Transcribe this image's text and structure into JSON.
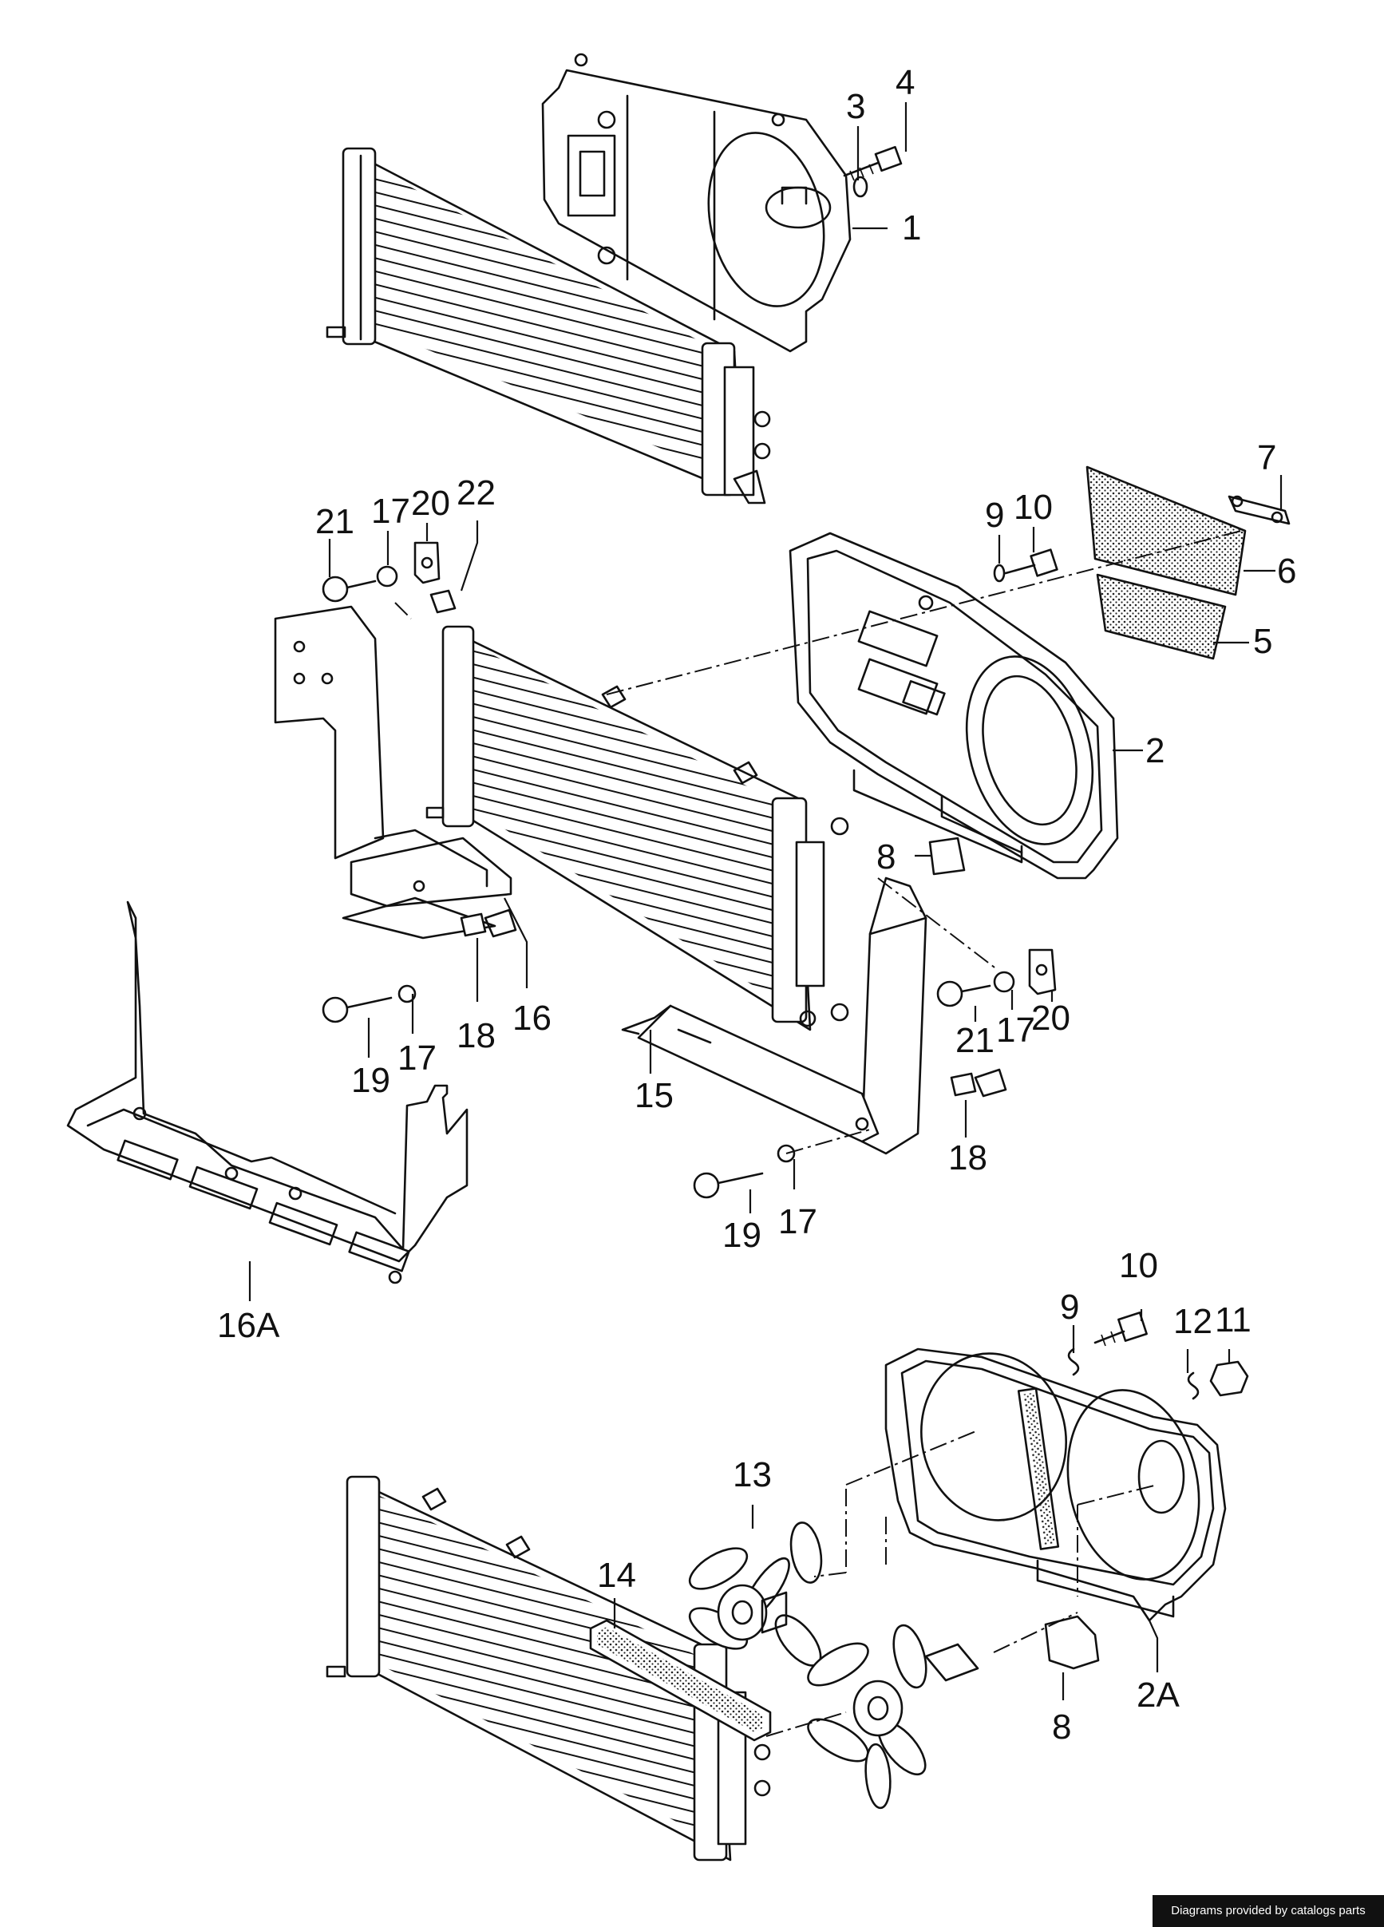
{
  "labels": {
    "p1": "1",
    "p2": "2",
    "p2a": "2A",
    "p3": "3",
    "p4": "4",
    "p5": "5",
    "p6": "6",
    "p7": "7",
    "p8a": "8",
    "p8b": "8",
    "p9a": "9",
    "p9b": "9",
    "p10a": "10",
    "p10b": "10",
    "p11": "11",
    "p12": "12",
    "p13": "13",
    "p14": "14",
    "p15": "15",
    "p16": "16",
    "p16a": "16A",
    "p17a": "17",
    "p17b": "17",
    "p17c": "17",
    "p17d": "17",
    "p18a": "18",
    "p18b": "18",
    "p19a": "19",
    "p19b": "19",
    "p20a": "20",
    "p20b": "20",
    "p21a": "21",
    "p21b": "21",
    "p22": "22"
  },
  "credit": "Diagrams provided by catalogs parts"
}
